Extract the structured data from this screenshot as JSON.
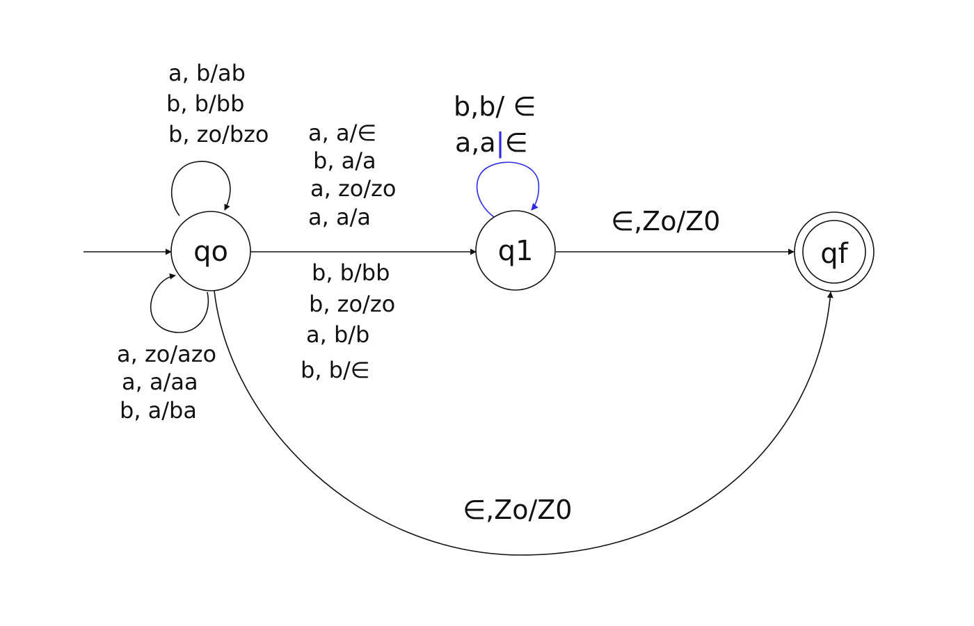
{
  "colors": {
    "ink": "#111111",
    "accent_loop": "#2a2ae8",
    "background": "#ffffff"
  },
  "states": {
    "q0": "qo",
    "q1": "q1",
    "qf": "qf"
  },
  "transitions": {
    "q0_loop_top": [
      "a, b/ab",
      "b, b/bb",
      "b, zo/bzo"
    ],
    "q0_loop_bottom": [
      "a, zo/azo",
      "a, a/aa",
      "b, a/ba"
    ],
    "q0_to_q1_above": [
      "a, a/∈",
      "b, a/a",
      "a, zo/zo",
      "a, a/a"
    ],
    "q0_to_q1_below": [
      "b, b/bb",
      "b, zo/zo",
      "a, b/b",
      "b, b/∈"
    ],
    "q1_loop": {
      "line1": "b,b/ ∈",
      "line2_prefix": "a,a",
      "line2_separator": "|",
      "line2_suffix": "∈"
    },
    "q1_to_qf": "∈,Zo/Z0",
    "q0_to_qf": "∈,Zo/Z0"
  }
}
